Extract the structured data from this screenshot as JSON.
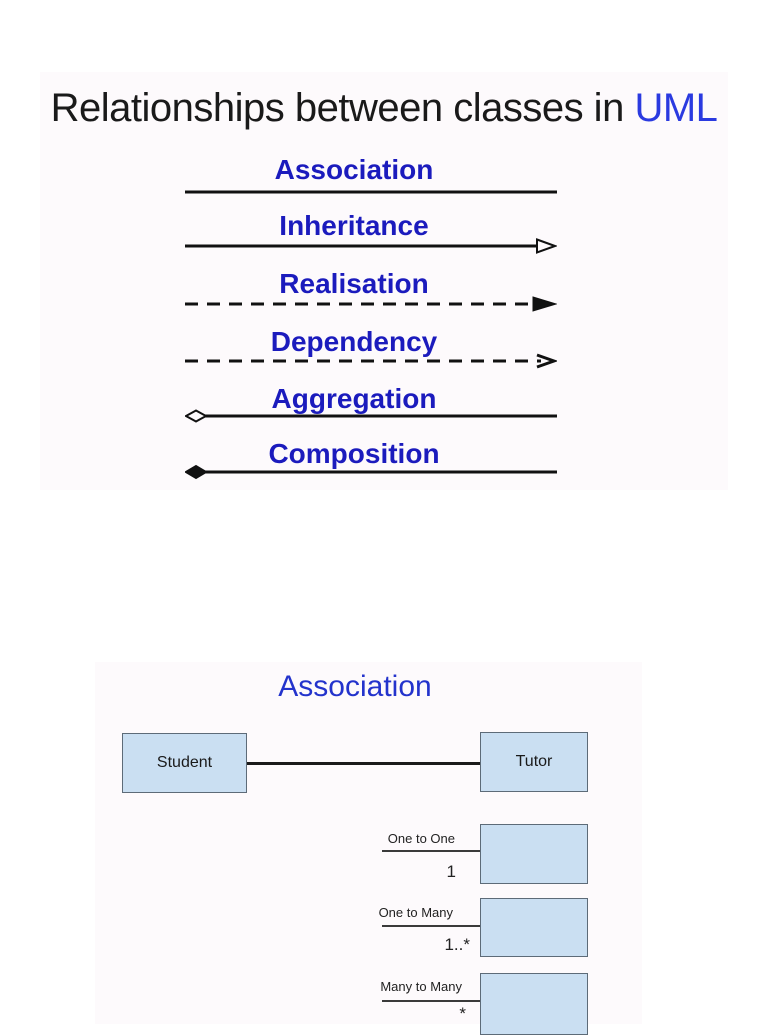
{
  "slide1": {
    "title": {
      "prefix": "Relationships between classes in ",
      "highlight": "UML"
    },
    "relationships": [
      {
        "label": "Association",
        "notation": "solid-line"
      },
      {
        "label": "Inheritance",
        "notation": "solid-line-hollow-triangle-arrow"
      },
      {
        "label": "Realisation",
        "notation": "dashed-line-filled-triangle-arrow"
      },
      {
        "label": "Dependency",
        "notation": "dashed-line-open-arrow"
      },
      {
        "label": "Aggregation",
        "notation": "solid-line-hollow-diamond-left"
      },
      {
        "label": "Composition",
        "notation": "solid-line-filled-diamond-left"
      }
    ],
    "colors": {
      "label_blue": "#1b1bbd",
      "title_highlight_blue": "#2a3ae0",
      "line_black": "#111111"
    }
  },
  "slide2": {
    "title": "Association",
    "class_boxes": [
      {
        "name": "Student"
      },
      {
        "name": "Tutor"
      }
    ],
    "multiplicities": [
      {
        "label": "One to One",
        "value": "1"
      },
      {
        "label": "One to Many",
        "value": "1..*"
      },
      {
        "label": "Many to Many",
        "value": "*"
      }
    ],
    "colors": {
      "box_fill": "#cadff2",
      "box_border": "#5d6b78",
      "title_blue": "#2333cc"
    }
  }
}
